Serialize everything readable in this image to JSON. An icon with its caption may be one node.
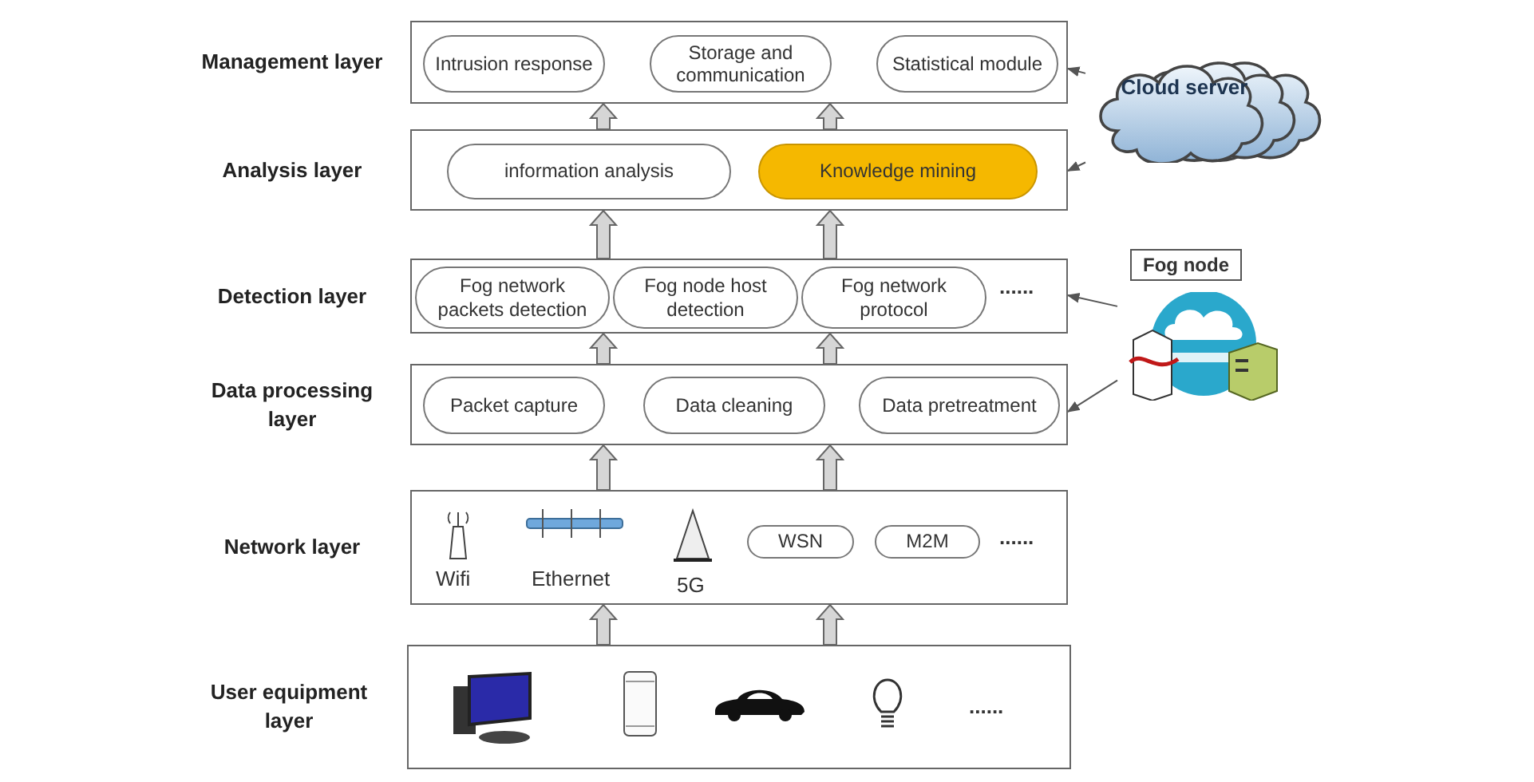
{
  "diagram": {
    "nodes": [
      {
        "text": [
          "Management layer"
        ]
      },
      {
        "text": [
          "Intrusion response"
        ],
        "in": 0
      },
      {
        "text": [
          "Storage and communication"
        ],
        "in": 0
      },
      {
        "text": [
          "Statistical module"
        ],
        "in": 0
      },
      {
        "text": [
          "Analysis layer"
        ]
      },
      {
        "text": [
          "information analysis"
        ],
        "in": 4
      },
      {
        "text": [
          "Knowledge mining"
        ],
        "in": 4
      },
      {
        "text": [
          "Detection layer"
        ]
      },
      {
        "text": [
          "Fog network packets detection"
        ],
        "in": 7
      },
      {
        "text": [
          "Fog node host detection"
        ],
        "in": 7
      },
      {
        "text": [
          "Fog network protocol"
        ],
        "in": 7
      },
      {
        "text": [
          "Data processing layer"
        ]
      },
      {
        "text": [
          "Packet capture"
        ],
        "in": 11
      },
      {
        "text": [
          "Data cleaning"
        ],
        "in": 11
      },
      {
        "text": [
          "Data pretreatment"
        ],
        "in": 11
      },
      {
        "text": [
          "Network layer"
        ]
      },
      {
        "text": [
          "WSN"
        ],
        "in": 15
      },
      {
        "text": [
          "M2M"
        ],
        "in": 15
      },
      {
        "text": [
          "User equipment layer"
        ]
      },
      {
        "text": [
          "Cloud server"
        ]
      },
      {
        "text": [
          "Fog node"
        ]
      }
    ],
    "edges": [
      {
        "from": 18,
        "to": 15,
        "arrow": "to",
        "style": "thick"
      },
      {
        "from": 18,
        "to": 15,
        "arrow": "to",
        "style": "thick"
      },
      {
        "from": 15,
        "to": 11,
        "arrow": "to",
        "style": "thick"
      },
      {
        "from": 15,
        "to": 11,
        "arrow": "to",
        "style": "thick"
      },
      {
        "from": 11,
        "to": 7,
        "arrow": "to",
        "style": "thick"
      },
      {
        "from": 11,
        "to": 7,
        "arrow": "to",
        "style": "thick"
      },
      {
        "from": 7,
        "to": 4,
        "arrow": "to",
        "style": "thick"
      },
      {
        "from": 7,
        "to": 4,
        "arrow": "to",
        "style": "thick"
      },
      {
        "from": 4,
        "to": 0,
        "arrow": "to",
        "style": "thick"
      },
      {
        "from": 4,
        "to": 0,
        "arrow": "to",
        "style": "thick"
      },
      {
        "from": 19,
        "to": 0,
        "arrow": "to"
      },
      {
        "from": 19,
        "to": 4,
        "arrow": "to"
      },
      {
        "from": 20,
        "to": 7,
        "arrow": "to"
      },
      {
        "from": 20,
        "to": 11,
        "arrow": "to"
      }
    ],
    "labels": [
      "......",
      "Wifi",
      "Ethernet",
      "5G",
      "......",
      "......"
    ]
  }
}
